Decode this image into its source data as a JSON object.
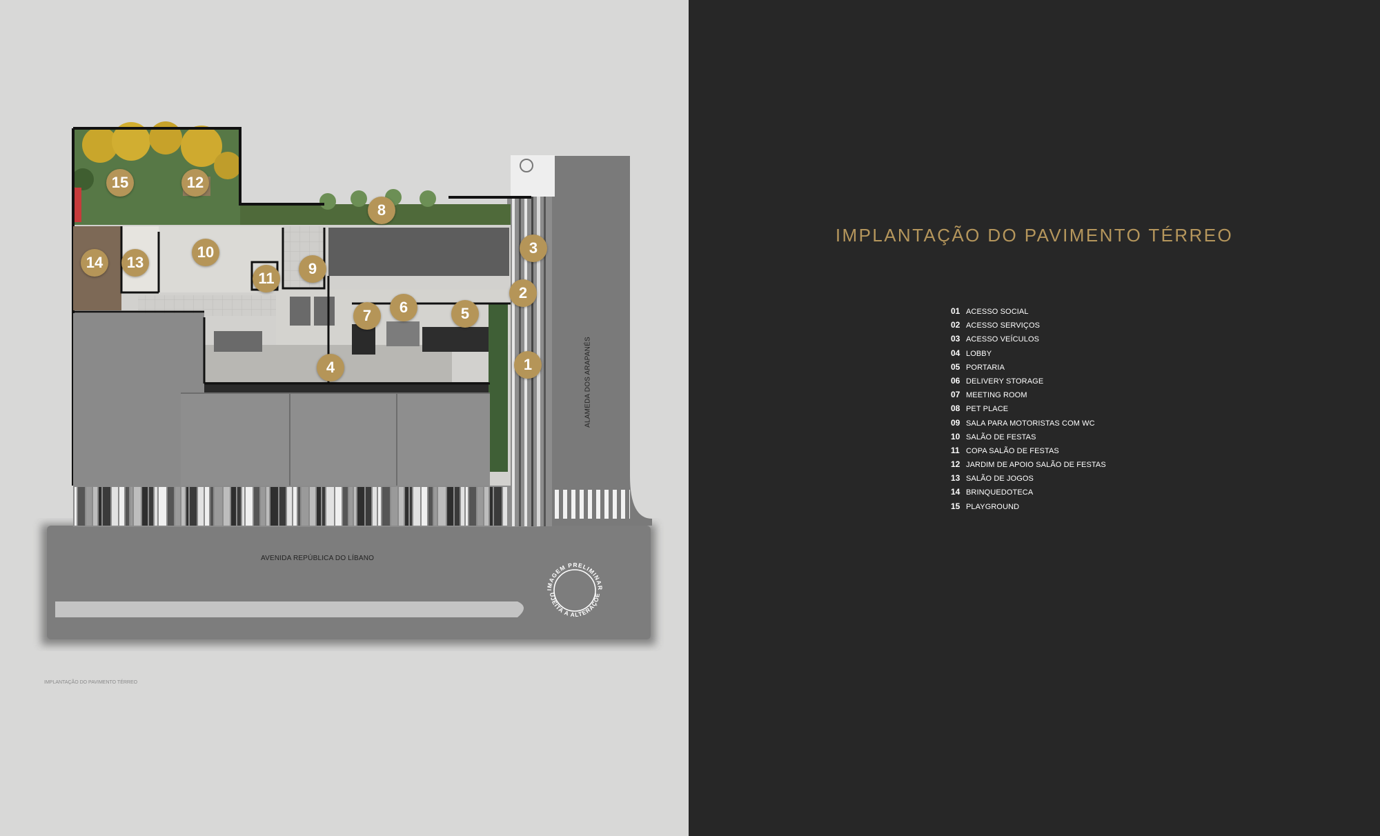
{
  "title": "IMPLANTAÇÃO DO PAVIMENTO TÉRREO",
  "caption": "IMPLANTAÇÃO DO PAVIMENTO TÉRREO",
  "streets": {
    "avenida": "AVENIDA REPÚBLICA DO LÍBANO",
    "alameda": "ALAMEDA DOS ARAPANÉS"
  },
  "stamp": {
    "top": "IMAGEM PRELIMINAR",
    "bottom": "SUJEITA A ALTERAÇÕES"
  },
  "markers": [
    "1",
    "2",
    "3",
    "4",
    "5",
    "6",
    "7",
    "8",
    "9",
    "10",
    "11",
    "12",
    "13",
    "14",
    "15"
  ],
  "legend": [
    {
      "num": "01",
      "label": "ACESSO SOCIAL"
    },
    {
      "num": "02",
      "label": "ACESSO SERVIÇOS"
    },
    {
      "num": "03",
      "label": "ACESSO VEÍCULOS"
    },
    {
      "num": "04",
      "label": "LOBBY"
    },
    {
      "num": "05",
      "label": "PORTARIA"
    },
    {
      "num": "06",
      "label": "DELIVERY STORAGE"
    },
    {
      "num": "07",
      "label": "MEETING ROOM"
    },
    {
      "num": "08",
      "label": "PET PLACE"
    },
    {
      "num": "09",
      "label": "SALA PARA MOTORISTAS COM WC"
    },
    {
      "num": "10",
      "label": "SALÃO DE FESTAS"
    },
    {
      "num": "11",
      "label": "COPA SALÃO DE FESTAS"
    },
    {
      "num": "12",
      "label": "JARDIM DE APOIO SALÃO DE FESTAS"
    },
    {
      "num": "13",
      "label": "SALÃO DE JOGOS"
    },
    {
      "num": "14",
      "label": "BRINQUEDOTECA"
    },
    {
      "num": "15",
      "label": "PLAYGROUND"
    }
  ],
  "colors": {
    "accent_gold": "#b59558",
    "right_background": "#272727",
    "left_background": "#d8d8d7"
  }
}
